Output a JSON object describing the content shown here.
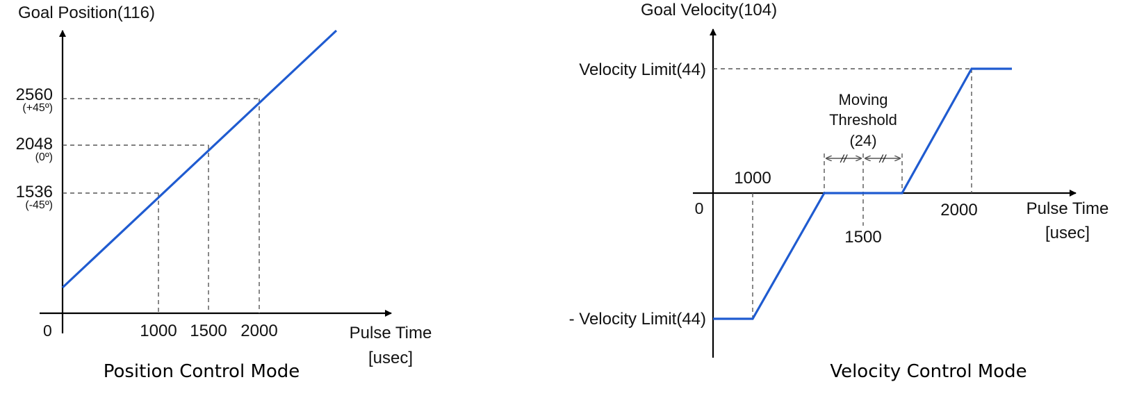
{
  "colors": {
    "line": "#1f5bd0",
    "axis": "#000000",
    "guide": "#555555"
  },
  "chart_data": [
    {
      "type": "line",
      "title": "Position Control Mode",
      "ylabel": "Goal Position(116)",
      "xlabel": [
        "Pulse Time",
        "[usec]"
      ],
      "origin_label": "0",
      "x_ticks": [
        "1000",
        "1500",
        "2000"
      ],
      "y_ticks": [
        {
          "value": "1536",
          "sub": "(-45º)"
        },
        {
          "value": "2048",
          "sub": "(0º)"
        },
        {
          "value": "2560",
          "sub": "(+45º)"
        }
      ],
      "series": [
        {
          "x": [
            1000,
            1500,
            2000
          ],
          "y": [
            1536,
            2048,
            2560
          ]
        }
      ]
    },
    {
      "type": "line",
      "title": "Velocity Control Mode",
      "ylabel": "Goal Velocity(104)",
      "xlabel": [
        "Pulse Time",
        "[usec]"
      ],
      "origin_label": "0",
      "x_ticks": [
        "1000",
        "1500",
        "2000"
      ],
      "y_ticks": [
        {
          "value": "Velocity Limit(44)"
        },
        {
          "value": "- Velocity Limit(44)"
        }
      ],
      "annotation": [
        "Moving",
        "Threshold",
        "(24)"
      ],
      "threshold_marks": [
        "//",
        "//"
      ],
      "series": [
        {
          "x": [
            1000,
            1500,
            2000
          ],
          "y": [
            "- Velocity Limit(44)",
            0,
            "Velocity Limit(44)"
          ]
        }
      ]
    }
  ]
}
